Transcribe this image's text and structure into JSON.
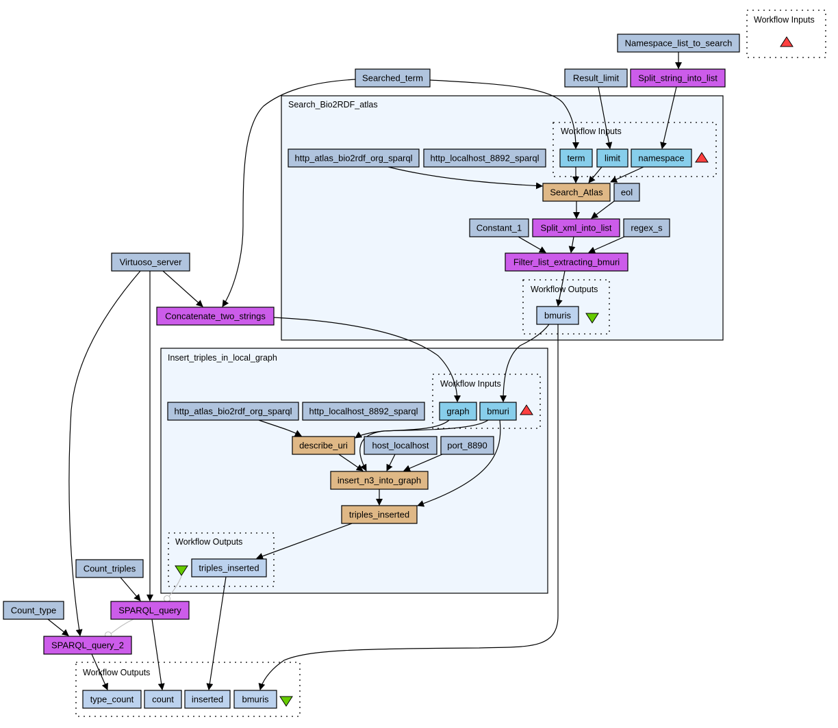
{
  "colors": {
    "constant": "#b0c4de",
    "beanshell": "#cc5cea",
    "wsdl": "#dfb886",
    "workflow_input_port": "#87ceeb",
    "workflow_output_port": "#bcd2ee",
    "cluster_fill": "#eff6fe",
    "input_triangle": "#ff4040",
    "output_triangle": "#66cc00",
    "control_link": "#bdbdbd"
  },
  "clusters": {
    "top_inputs": {
      "label": "Workflow Inputs"
    },
    "search": {
      "label": "Search_Bio2RDF_atlas"
    },
    "search_inputs": {
      "label": "Workflow Inputs"
    },
    "search_outputs": {
      "label": "Workflow Outputs"
    },
    "insert": {
      "label": "Insert_triples_in_local_graph"
    },
    "insert_inputs": {
      "label": "Workflow Inputs"
    },
    "insert_outputs": {
      "label": "Workflow Outputs"
    },
    "main_outputs": {
      "label": "Workflow Outputs"
    }
  },
  "nodes": [
    {
      "id": "namespace_list_to_search",
      "label": "Namespace_list_to_search",
      "kind": "constant"
    },
    {
      "id": "searched_term",
      "label": "Searched_term",
      "kind": "constant"
    },
    {
      "id": "result_limit",
      "label": "Result_limit",
      "kind": "constant"
    },
    {
      "id": "split_string_into_list",
      "label": "Split_string_into_list",
      "kind": "beanshell"
    },
    {
      "id": "s_http_atlas",
      "label": "http_atlas_bio2rdf_org_sparql",
      "kind": "constant"
    },
    {
      "id": "s_http_localhost",
      "label": "http_localhost_8892_sparql",
      "kind": "constant"
    },
    {
      "id": "s_in_term",
      "label": "term",
      "kind": "workflow_input_port"
    },
    {
      "id": "s_in_limit",
      "label": "limit",
      "kind": "workflow_input_port"
    },
    {
      "id": "s_in_namespace",
      "label": "namespace",
      "kind": "workflow_input_port"
    },
    {
      "id": "search_atlas",
      "label": "Search_Atlas",
      "kind": "wsdl"
    },
    {
      "id": "eol",
      "label": "eol",
      "kind": "constant"
    },
    {
      "id": "constant_1",
      "label": "Constant_1",
      "kind": "constant"
    },
    {
      "id": "split_xml_into_list",
      "label": "Split_xml_into_list",
      "kind": "beanshell"
    },
    {
      "id": "regex_s",
      "label": "regex_s",
      "kind": "constant"
    },
    {
      "id": "filter_list",
      "label": "Filter_list_extracting_bmuri",
      "kind": "beanshell"
    },
    {
      "id": "s_out_bmuris",
      "label": "bmuris",
      "kind": "workflow_output_port"
    },
    {
      "id": "virtuoso_server",
      "label": "Virtuoso_server",
      "kind": "constant"
    },
    {
      "id": "concatenate",
      "label": "Concatenate_two_strings",
      "kind": "beanshell"
    },
    {
      "id": "i_http_atlas",
      "label": "http_atlas_bio2rdf_org_sparql",
      "kind": "constant"
    },
    {
      "id": "i_http_localhost",
      "label": "http_localhost_8892_sparql",
      "kind": "constant"
    },
    {
      "id": "i_in_graph",
      "label": "graph",
      "kind": "workflow_input_port"
    },
    {
      "id": "i_in_bmuri",
      "label": "bmuri",
      "kind": "workflow_input_port"
    },
    {
      "id": "describe_uri",
      "label": "describe_uri",
      "kind": "wsdl"
    },
    {
      "id": "host_localhost",
      "label": "host_localhost",
      "kind": "constant"
    },
    {
      "id": "port_8890",
      "label": "port_8890",
      "kind": "constant"
    },
    {
      "id": "insert_n3",
      "label": "insert_n3_into_graph",
      "kind": "wsdl"
    },
    {
      "id": "triples_inserted_proc",
      "label": "triples_inserted",
      "kind": "wsdl"
    },
    {
      "id": "i_out_triples",
      "label": "triples_inserted",
      "kind": "workflow_output_port"
    },
    {
      "id": "count_triples",
      "label": "Count_triples",
      "kind": "constant"
    },
    {
      "id": "sparql_query",
      "label": "SPARQL_query",
      "kind": "beanshell"
    },
    {
      "id": "count_type",
      "label": "Count_type",
      "kind": "constant"
    },
    {
      "id": "sparql_query_2",
      "label": "SPARQL_query_2",
      "kind": "beanshell"
    },
    {
      "id": "out_type_count",
      "label": "type_count",
      "kind": "workflow_output_port"
    },
    {
      "id": "out_count",
      "label": "count",
      "kind": "workflow_output_port"
    },
    {
      "id": "out_inserted",
      "label": "inserted",
      "kind": "workflow_output_port"
    },
    {
      "id": "out_bmuris",
      "label": "bmuris",
      "kind": "workflow_output_port"
    }
  ],
  "edges": [
    {
      "from": "namespace_list_to_search",
      "to": "split_string_into_list"
    },
    {
      "from": "searched_term",
      "to": "s_in_term"
    },
    {
      "from": "searched_term",
      "to": "concatenate"
    },
    {
      "from": "result_limit",
      "to": "s_in_limit"
    },
    {
      "from": "split_string_into_list",
      "to": "s_in_namespace"
    },
    {
      "from": "s_http_atlas",
      "to": "search_atlas"
    },
    {
      "from": "s_in_term",
      "to": "search_atlas"
    },
    {
      "from": "s_in_limit",
      "to": "search_atlas"
    },
    {
      "from": "s_in_namespace",
      "to": "search_atlas"
    },
    {
      "from": "search_atlas",
      "to": "split_xml_into_list"
    },
    {
      "from": "eol",
      "to": "split_xml_into_list"
    },
    {
      "from": "constant_1",
      "to": "filter_list"
    },
    {
      "from": "split_xml_into_list",
      "to": "filter_list"
    },
    {
      "from": "regex_s",
      "to": "filter_list"
    },
    {
      "from": "filter_list",
      "to": "s_out_bmuris"
    },
    {
      "from": "virtuoso_server",
      "to": "concatenate"
    },
    {
      "from": "virtuoso_server",
      "to": "sparql_query"
    },
    {
      "from": "virtuoso_server",
      "to": "sparql_query_2"
    },
    {
      "from": "concatenate",
      "to": "i_in_graph"
    },
    {
      "from": "s_out_bmuris",
      "to": "i_in_bmuri"
    },
    {
      "from": "s_out_bmuris",
      "to": "out_bmuris"
    },
    {
      "from": "i_http_atlas",
      "to": "describe_uri"
    },
    {
      "from": "i_in_graph",
      "to": "insert_n3"
    },
    {
      "from": "i_in_bmuri",
      "to": "describe_uri"
    },
    {
      "from": "i_in_bmuri",
      "to": "triples_inserted_proc"
    },
    {
      "from": "describe_uri",
      "to": "insert_n3"
    },
    {
      "from": "host_localhost",
      "to": "insert_n3"
    },
    {
      "from": "port_8890",
      "to": "insert_n3"
    },
    {
      "from": "insert_n3",
      "to": "triples_inserted_proc"
    },
    {
      "from": "triples_inserted_proc",
      "to": "i_out_triples"
    },
    {
      "from": "count_triples",
      "to": "sparql_query"
    },
    {
      "from": "count_type",
      "to": "sparql_query_2"
    },
    {
      "from": "sparql_query",
      "to": "out_count"
    },
    {
      "from": "sparql_query_2",
      "to": "out_type_count"
    },
    {
      "from": "i_out_triples",
      "to": "out_inserted"
    }
  ],
  "control_links": [
    {
      "from": "i_out_triples",
      "to": "sparql_query"
    },
    {
      "from": "sparql_query",
      "to": "sparql_query_2"
    }
  ]
}
